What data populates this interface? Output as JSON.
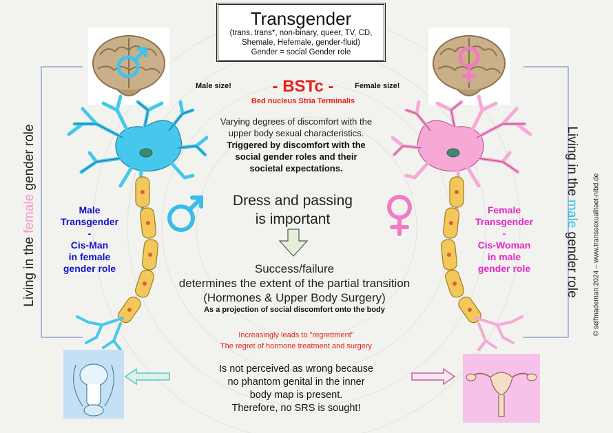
{
  "header": {
    "title": "Transgender",
    "subtitle_line1": "(trans, trans*, non-binary, queer, TV, CD,",
    "subtitle_line2": "Shemale, Hefemale, gender-fluid)",
    "subtitle_line3": "Gender = social Gender role"
  },
  "bstc": {
    "title": "- BSTc -",
    "subtitle": "Bed nucleus Stria Terminalis",
    "left_size": "Male size!",
    "right_size": "Female size!"
  },
  "discomfort": {
    "line1": "Varying degrees of discomfort with the",
    "line2": "upper body sexual characteristics.",
    "bold1": "Triggered by discomfort with the",
    "bold2": "social gender roles and their",
    "bold3": "societal expectations."
  },
  "dress": {
    "line1": "Dress and passing",
    "line2": "is important"
  },
  "success": {
    "line1": "Success/failure",
    "line2": "determines the extent of the partial transition",
    "line3": "(Hormones & Upper Body Surgery)",
    "line4": "As a projection of social discomfort onto the body"
  },
  "regret": {
    "line1": "Increasingly leads to \"regrettment\"",
    "line2": "The regret of hormone treatment and surgery"
  },
  "conclusion": {
    "line1": "Is not perceived as wrong because",
    "line2": "no phantom genital in the inner",
    "line3": "body map is present.",
    "line4": "Therefore, no SRS is sought!"
  },
  "left_side": {
    "vertical_prefix": "Living in the ",
    "vertical_highlight": "female",
    "vertical_suffix": " gender role",
    "label1": "Male",
    "label2": "Transgender",
    "label3": "-",
    "label4": "Cis-Man",
    "label5": "in female",
    "label6": "gender role"
  },
  "right_side": {
    "vertical_prefix": "Living in the ",
    "vertical_highlight": "male",
    "vertical_suffix": " gender role",
    "label1": "Female",
    "label2": "Transgender",
    "label3": "-",
    "label4": "Cis-Woman",
    "label5": "in male",
    "label6": "gender role"
  },
  "copyright": "© selfmademan 2024 – www.transsexualitaet-nibd.de",
  "colors": {
    "male_neuron": "#45c8ec",
    "female_neuron": "#f7a8d6",
    "myelin": "#f2c85a",
    "nucleus": "#3f8a6e",
    "male_symbol": "#38bdea",
    "female_symbol": "#f27bc3",
    "red_text": "#e8201c",
    "blue_label": "#1212c8",
    "magenta_label": "#e626c9"
  },
  "icons": [
    "brain-male-icon",
    "brain-female-icon",
    "male-symbol-icon",
    "female-symbol-icon",
    "down-arrow-icon",
    "left-arrow-icon",
    "right-arrow-icon",
    "male-anatomy-icon",
    "female-anatomy-icon"
  ]
}
